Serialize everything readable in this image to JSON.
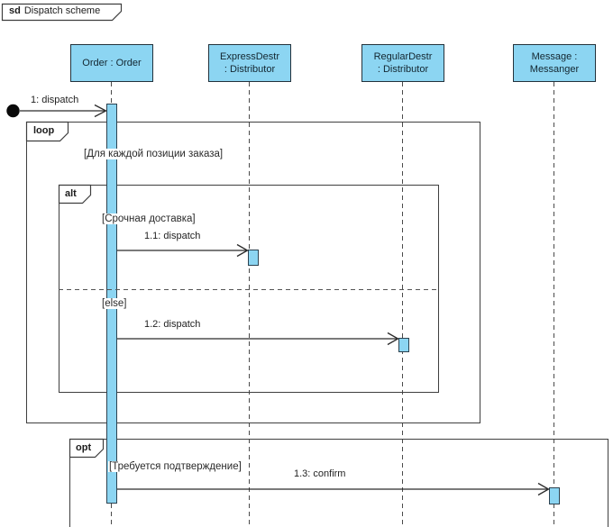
{
  "diagram": {
    "kind": "sd",
    "title": "Dispatch scheme"
  },
  "lifelines": [
    {
      "id": "order",
      "label": "Order : Order"
    },
    {
      "id": "express",
      "label": "ExpressDestr\n: Distributor"
    },
    {
      "id": "regular",
      "label": "RegularDestr\n: Distributor"
    },
    {
      "id": "message",
      "label": "Message :\nMessanger"
    }
  ],
  "fragments": [
    {
      "operator": "loop",
      "guard": "[Для каждой позиции заказа]"
    },
    {
      "operator": "alt",
      "guards": [
        "[Срочная доставка]",
        "[else]"
      ]
    },
    {
      "operator": "opt",
      "guard": "[Требуется подтверждение]"
    }
  ],
  "messages": [
    {
      "label": "1: dispatch",
      "from": "found",
      "to": "Order : Order"
    },
    {
      "label": "1.1: dispatch",
      "from": "Order : Order",
      "to": "ExpressDestr : Distributor"
    },
    {
      "label": "1.2: dispatch",
      "from": "Order : Order",
      "to": "RegularDestr : Distributor"
    },
    {
      "label": "1.3: confirm",
      "from": "Order : Order",
      "to": "Message : Messanger"
    }
  ],
  "colors": {
    "lifeline_fill": "#8CD5F2",
    "lifeline_border": "#23323c",
    "line": "#2b2b2b",
    "frame_border": "#3f3f3f"
  }
}
